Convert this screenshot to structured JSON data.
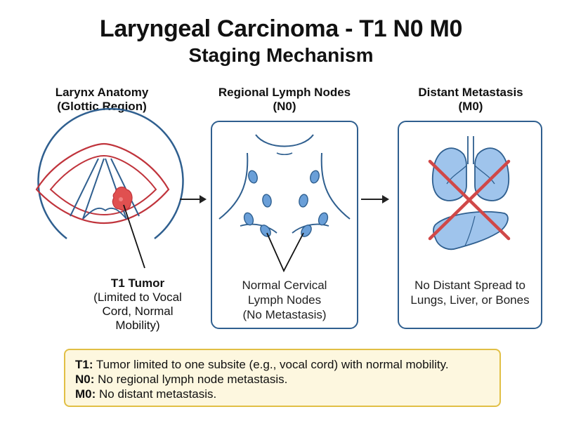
{
  "title": {
    "line1": "Laryngeal Carcinoma - T1 N0 M0",
    "line2": "Staging Mechanism"
  },
  "columns": [
    {
      "heading_line1": "Larynx Anatomy",
      "heading_line2": "(Glottic Region)"
    },
    {
      "heading_line1": "Regional Lymph Nodes",
      "heading_line2": "(N0)"
    },
    {
      "heading_line1": "Distant Metastasis",
      "heading_line2": "(M0)"
    }
  ],
  "tumor_label": {
    "heading": "T1 Tumor",
    "line1": "(Limited to Vocal",
    "line2": "Cord, Normal",
    "line3": "Mobility)"
  },
  "lymph_caption": {
    "line1": "Normal Cervical",
    "line2": "Lymph Nodes",
    "line3": "(No Metastasis)"
  },
  "metastasis_caption": {
    "line1": "No Distant Spread to",
    "line2": "Lungs, Liver, or Bones"
  },
  "legend": [
    {
      "key": "T1:",
      "text": " Tumor limited to one subsite (e.g., vocal cord) with normal mobility."
    },
    {
      "key": "N0:",
      "text": " No regional lymph node metastasis."
    },
    {
      "key": "M0:",
      "text": " No distant metastasis."
    }
  ],
  "colors": {
    "outline_blue": "#2f5f8f",
    "vocal_red": "#c0343c",
    "tumor_red": "#e05050",
    "node_blue": "#6a9fd8",
    "organ_blue": "#9fc4ec",
    "cross_red": "#d04848",
    "legend_fill": "#fdf7df",
    "legend_border": "#e1bf45"
  }
}
